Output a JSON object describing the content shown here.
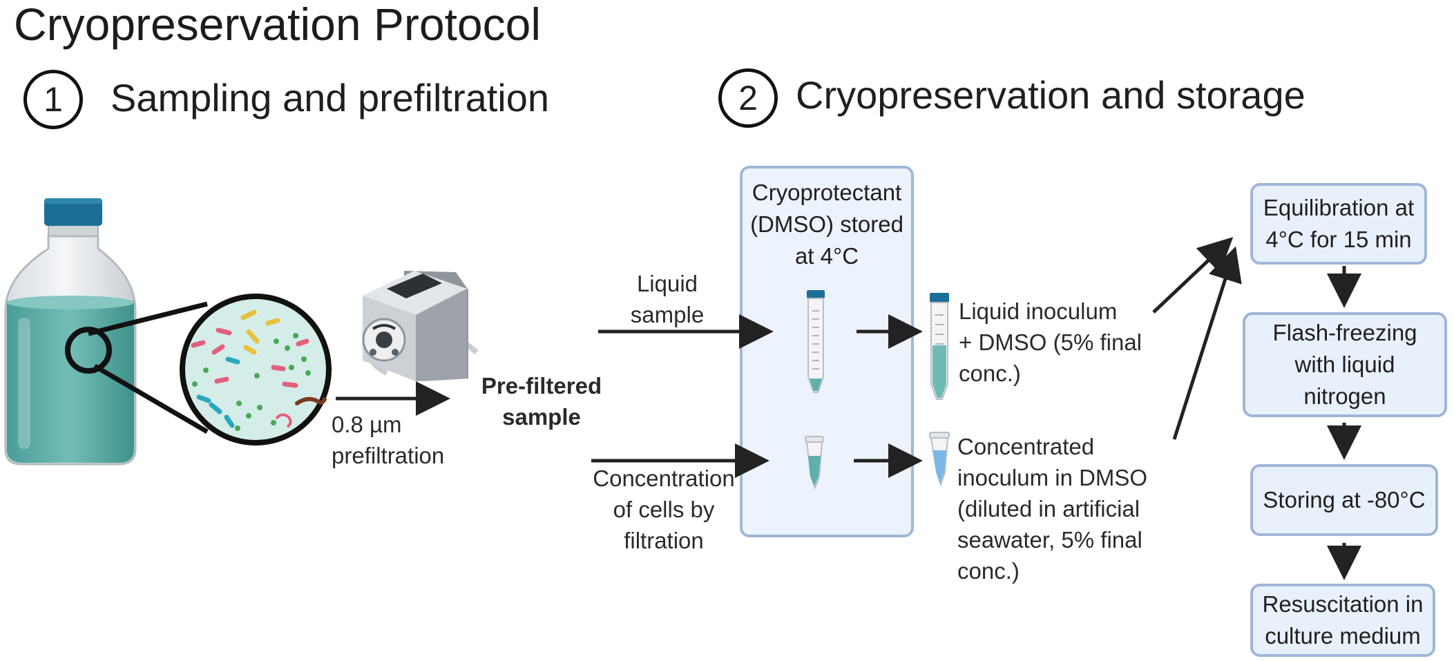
{
  "title": "Cryopreservation Protocol",
  "step1": {
    "number": "1",
    "title": "Sampling and prefiltration"
  },
  "step2": {
    "number": "2",
    "title": "Cryopreservation and storage"
  },
  "labels": {
    "prefiltration": [
      "0.8 µm",
      "prefiltration"
    ],
    "prefiltered_sample": [
      "Pre-filtered",
      "sample"
    ],
    "liquid_sample": [
      "Liquid",
      "sample"
    ],
    "concentration": [
      "Concentration",
      "of cells by",
      "filtration"
    ],
    "cryoprotectant": [
      "Cryoprotectant",
      "(DMSO) stored",
      "at 4°C"
    ],
    "liquid_inoculum": [
      "Liquid inoculum",
      "+ DMSO (5% final",
      "conc.)"
    ],
    "concentrated_inoculum": [
      "Concentrated",
      "inoculum in DMSO",
      "(diluted in artificial",
      "seawater, 5% final",
      "conc.)"
    ]
  },
  "storage_steps": [
    [
      "Equilibration at",
      "4°C for 15 min"
    ],
    [
      "Flash-freezing",
      "with liquid",
      "nitrogen"
    ],
    [
      "Storing at -80°C"
    ],
    [
      "Resuscitation in",
      "culture medium"
    ]
  ],
  "colors": {
    "box_fill": "#e8f0fb",
    "box_border": "#9fb6d8",
    "bottle_cap": "#1b6f96",
    "water": "#5fb0aa",
    "arrow": "#222222"
  },
  "icons": [
    "bottle-icon",
    "magnifier-icon",
    "peristaltic-pump-icon",
    "falcon-tube-icon",
    "microtube-icon"
  ]
}
